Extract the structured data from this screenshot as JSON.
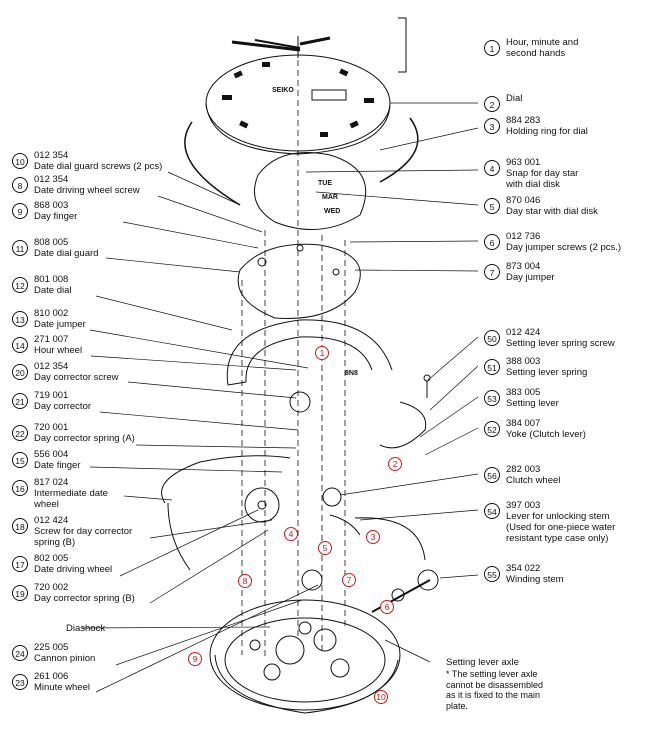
{
  "parts_left": [
    {
      "num": "10",
      "code": "012 354",
      "desc": "Date dial guard screws (2 pcs)"
    },
    {
      "num": "8",
      "code": "012 354",
      "desc": "Date driving wheel screw"
    },
    {
      "num": "9",
      "code": "868 003",
      "desc": "Day finger"
    },
    {
      "num": "11",
      "code": "808 005",
      "desc": "Date dial guard"
    },
    {
      "num": "12",
      "code": "801 008",
      "desc": "Date dial"
    },
    {
      "num": "13",
      "code": "810 002",
      "desc": "Date jumper"
    },
    {
      "num": "14",
      "code": "271 007",
      "desc": "Hour wheel"
    },
    {
      "num": "20",
      "code": "012 354",
      "desc": "Day corrector screw"
    },
    {
      "num": "21",
      "code": "719 001",
      "desc": "Day corrector"
    },
    {
      "num": "22",
      "code": "720 001",
      "desc": "Day corrector spring (A)"
    },
    {
      "num": "15",
      "code": "556 004",
      "desc": "Date finger"
    },
    {
      "num": "16",
      "code": "817 024",
      "desc": "Intermediate date\nwheel"
    },
    {
      "num": "18",
      "code": "012 424",
      "desc": "Screw for day corrector\nspring (B)"
    },
    {
      "num": "17",
      "code": "802 005",
      "desc": "Date driving wheel"
    },
    {
      "num": "19",
      "code": "720 002",
      "desc": "Day corrector spring (B)"
    },
    {
      "num": "24",
      "code": "225 005",
      "desc": "Cannon pinion"
    },
    {
      "num": "23",
      "code": "261 006",
      "desc": "Minute wheel"
    }
  ],
  "parts_right": [
    {
      "num": "1",
      "code": "Hour, minute and",
      "desc": "second hands"
    },
    {
      "num": "2",
      "code": "Dial",
      "desc": ""
    },
    {
      "num": "3",
      "code": "884 283",
      "desc": "Holding ring for dial"
    },
    {
      "num": "4",
      "code": "963 001",
      "desc": "Snap for day star\nwith dial disk"
    },
    {
      "num": "5",
      "code": "870 046",
      "desc": "Day star with dial disk"
    },
    {
      "num": "6",
      "code": "012 736",
      "desc": "Day jumper screws (2 pcs.)"
    },
    {
      "num": "7",
      "code": "873 004",
      "desc": "Day jumper"
    },
    {
      "num": "50",
      "code": "012 424",
      "desc": "Setting lever spring screw"
    },
    {
      "num": "51",
      "code": "388 003",
      "desc": "Setting lever spring"
    },
    {
      "num": "53",
      "code": "383 005",
      "desc": "Setting lever"
    },
    {
      "num": "52",
      "code": "384 007",
      "desc": "Yoke (Clutch lever)"
    },
    {
      "num": "56",
      "code": "282 003",
      "desc": "Clutch wheel"
    },
    {
      "num": "54",
      "code": "397 003",
      "desc": "Lever for unlocking stem\n(Used for one-piece water\nresistant type case only)"
    },
    {
      "num": "55",
      "code": "354 022",
      "desc": "Winding stem"
    }
  ],
  "extra_labels": {
    "diashock": "Diashock",
    "axle_title": "Setting lever axle",
    "axle_note": "* The setting lever axle\ncannot be disassembled\nas it is fixed to the main\nplate."
  },
  "red_markers": [
    "1",
    "2",
    "3",
    "4",
    "5",
    "6",
    "7",
    "8",
    "9",
    "10"
  ],
  "dial_text": {
    "brand": "SEIKO",
    "day1": "TUE",
    "day2": "MAR",
    "day3": "WED",
    "date": "8N8"
  },
  "colors": {
    "ink": "#111111",
    "marker": "#d01818"
  }
}
